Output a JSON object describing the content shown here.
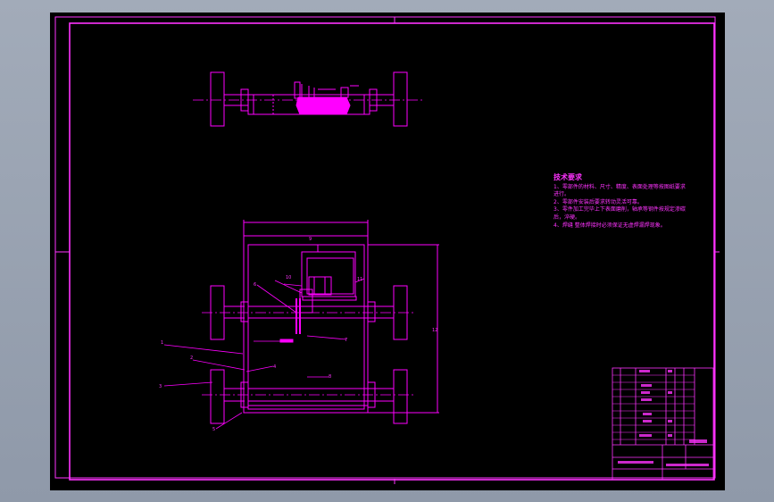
{
  "colors": {
    "sheet": "#000000",
    "line": "#ff00ff",
    "frame": "#ff33ff",
    "desktop": "#9aa4b3"
  },
  "notes": {
    "title": "技术要求",
    "lines": [
      "1、零部件的材料、尺寸、精度、表面处理等按图纸要求",
      "进行。",
      "2、零部件安装后要求转动灵活可靠。",
      "3、零件加工完毕上下表面磨削，轴承等钢件按规定渗碳",
      "后，淬硬。",
      "4、焊缝 整体焊接时必须保证无虚焊漏焊现象。"
    ]
  },
  "leaders": [
    "1",
    "2",
    "3",
    "4",
    "5",
    "6",
    "7",
    "8",
    "9",
    "10",
    "11",
    "12"
  ]
}
